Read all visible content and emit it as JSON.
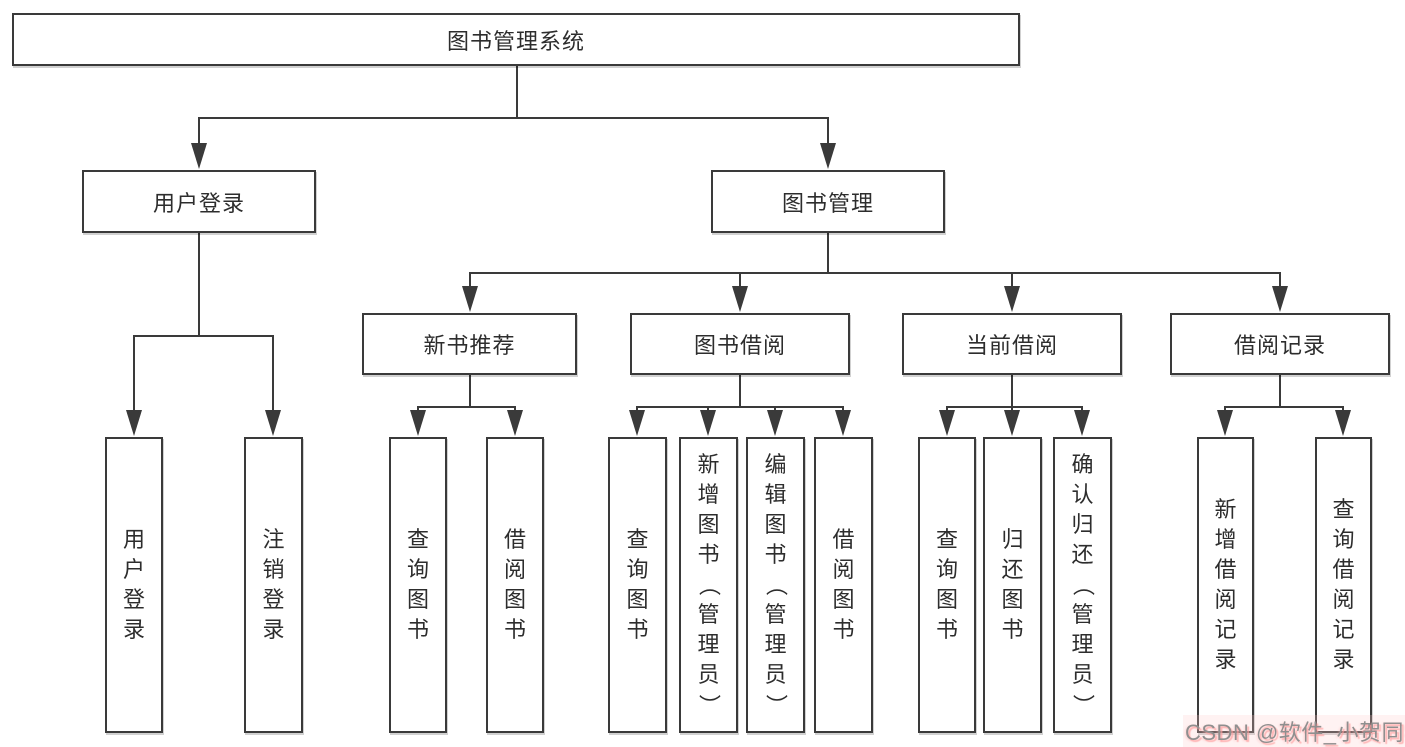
{
  "diagram": {
    "title": "图书管理系统",
    "branches": [
      {
        "label": "用户登录",
        "leaves": [
          "用户登录",
          "注销登录"
        ]
      },
      {
        "label": "图书管理",
        "groups": [
          {
            "label": "新书推荐",
            "leaves": [
              "查询图书",
              "借阅图书"
            ]
          },
          {
            "label": "图书借阅",
            "leaves": [
              "查询图书",
              "新增图书（管理员）",
              "编辑图书（管理员）",
              "借阅图书"
            ]
          },
          {
            "label": "当前借阅",
            "leaves": [
              "查询图书",
              "归还图书",
              "确认归还（管理员）"
            ]
          },
          {
            "label": "借阅记录",
            "leaves": [
              "新增借阅记录",
              "查询借阅记录"
            ]
          }
        ]
      }
    ]
  },
  "watermark": {
    "text": "CSDN @软件_小贺同学"
  },
  "colors": {
    "background": "#ffffff",
    "line": "#3a3a3a",
    "text": "#2d2d2d",
    "watermark_text": "#8f8f8f",
    "watermark_halo": "#ffb4b4"
  }
}
